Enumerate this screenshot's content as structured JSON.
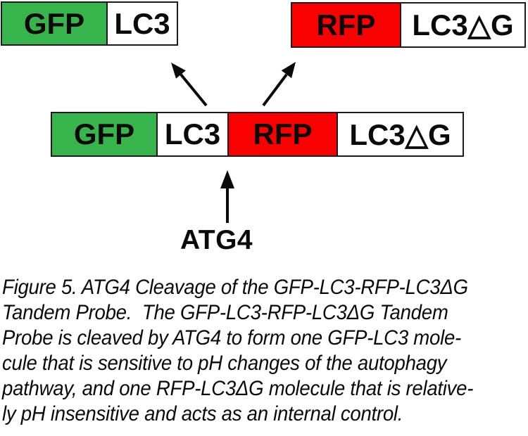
{
  "palette": {
    "green": "#37b44b",
    "red": "#fb0000",
    "white": "#ffffff"
  },
  "cleaved_products": {
    "gfp_lc3": {
      "segments": [
        {
          "label": "GFP",
          "fill": "green"
        },
        {
          "label": "LC3",
          "fill": "white"
        }
      ]
    },
    "rfp_lc3dg": {
      "segments": [
        {
          "label": "RFP",
          "fill": "red"
        },
        {
          "label": "LC3△G",
          "fill": "white"
        }
      ]
    }
  },
  "tandem_probe": {
    "segments": [
      {
        "label": "GFP",
        "fill": "green"
      },
      {
        "label": "LC3",
        "fill": "white"
      },
      {
        "label": "RFP",
        "fill": "red"
      },
      {
        "label": "LC3△G",
        "fill": "white"
      }
    ]
  },
  "enzyme": {
    "label": "ATG4"
  },
  "caption": {
    "lines": [
      "Figure 5. ATG4 Cleavage of the GFP-LC3-RFP-LC3ΔG",
      "Tandem Probe.  The GFP-LC3-RFP-LC3ΔG Tandem",
      "Probe is cleaved by ATG4 to form one GFP-LC3 mole-",
      "cule that is sensitive to pH changes of the autophagy",
      "pathway, and one RFP-LC3ΔG molecule that is relative-",
      "ly pH insensitive and acts as an internal control."
    ]
  }
}
